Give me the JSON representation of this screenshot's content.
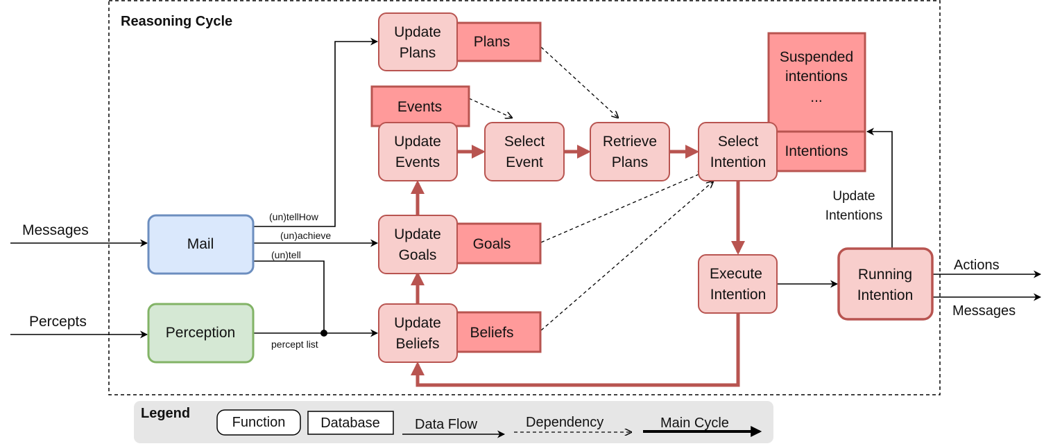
{
  "title": "Reasoning Cycle",
  "inputs": {
    "messages": "Messages",
    "percepts": "Percepts"
  },
  "outputs": {
    "actions": "Actions",
    "messages": "Messages"
  },
  "functions": {
    "mail": "Mail",
    "perception": "Perception",
    "update_plans": [
      "Update",
      "Plans"
    ],
    "update_events": [
      "Update",
      "Events"
    ],
    "select_event": [
      "Select",
      "Event"
    ],
    "retrieve_plans": [
      "Retrieve",
      "Plans"
    ],
    "select_intention": [
      "Select",
      "Intention"
    ],
    "update_goals": [
      "Update",
      "Goals"
    ],
    "update_beliefs": [
      "Update",
      "Beliefs"
    ],
    "execute_intention": [
      "Execute",
      "Intention"
    ],
    "running_intention": [
      "Running",
      "Intention"
    ]
  },
  "databases": {
    "plans": "Plans",
    "events": "Events",
    "goals": "Goals",
    "beliefs": "Beliefs",
    "intentions": "Intentions",
    "suspended": [
      "Suspended",
      "intentions",
      "..."
    ]
  },
  "edge_labels": {
    "tellhow": "(un)tellHow",
    "achieve": "(un)achieve",
    "tell": "(un)tell",
    "percept_list": "percept list",
    "update_intentions": [
      "Update",
      "Intentions"
    ]
  },
  "legend": {
    "title": "Legend",
    "function": "Function",
    "database": "Database",
    "data_flow": "Data Flow",
    "dependency": "Dependency",
    "main_cycle": "Main Cycle"
  },
  "colors": {
    "func_fill": "#f8cecc",
    "func_stroke": "#b85450",
    "db_fill": "#ff9a9a",
    "mail_fill": "#dae8fc",
    "mail_stroke": "#6c8ebf",
    "perception_fill": "#d5e8d4",
    "perception_stroke": "#82b366",
    "legend_bg": "#e6e6e6"
  }
}
